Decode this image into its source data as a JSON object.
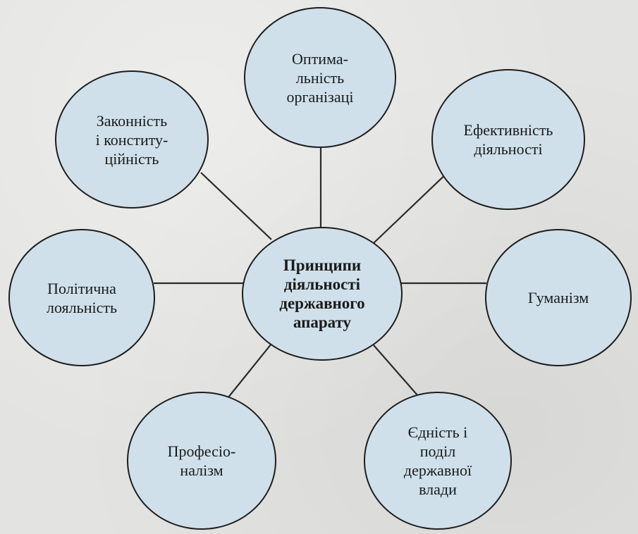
{
  "diagram": {
    "center": "Принципи\nдіяльності\nдержавного\nапарату",
    "nodes": [
      {
        "id": "optimality",
        "label": "Оптима-\nльність\nорганізаці"
      },
      {
        "id": "efficiency",
        "label": "Ефективність\nдіяльності"
      },
      {
        "id": "humanism",
        "label": "Гуманізм"
      },
      {
        "id": "unity",
        "label": "Єдність і\nподіл\nдержавної\nвлади"
      },
      {
        "id": "professionalism",
        "label": "Професіо-\nналізм"
      },
      {
        "id": "loyalty",
        "label": "Політична\nлояльність"
      },
      {
        "id": "legality",
        "label": "Законність\nі конститу-\nційність"
      }
    ],
    "colors": {
      "circle_fill": "#cfe0ea",
      "stroke": "#1e1e1e"
    }
  }
}
